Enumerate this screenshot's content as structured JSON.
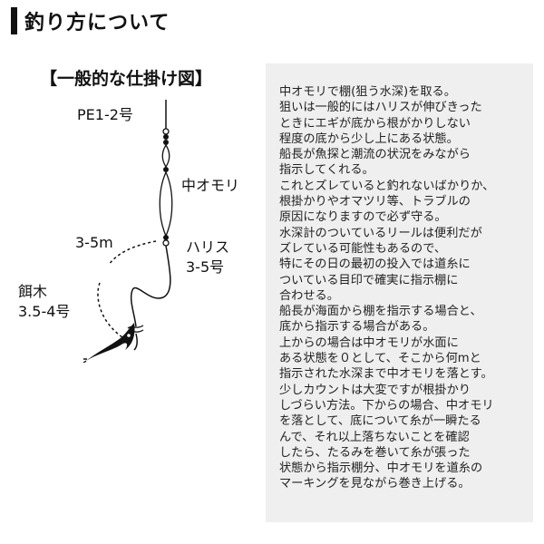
{
  "header": {
    "title": "釣り方について"
  },
  "diagram": {
    "heading": "【一般的な仕掛け図】",
    "labels": {
      "main_line": "PE1-2号",
      "sinker": "中オモリ",
      "length": "3-5m",
      "leader_name": "ハリス",
      "leader_size": "3-5号",
      "lure_name": "餌木",
      "lure_size": "3.5-4号"
    },
    "icons": [
      "swivel-icon",
      "sinker-icon",
      "squid-jig-icon"
    ]
  },
  "info": {
    "lines": [
      "中オモリで棚(狙う水深)を取る。",
      "狙いは一般的にはハリスが伸びきった",
      "ときにエギが底から根がかりしない",
      "程度の底から少し上にある状態。",
      "船長が魚探と潮流の状況をみながら",
      "指示してくれる。",
      "これとズレていると釣れないばかりか、",
      "根掛かりやオマツリ等、トラブルの",
      "原因になりますので必ず守る。",
      "水深計のついているリールは便利だが",
      "ズレている可能性もあるので、",
      "特にその日の最初の投入では道糸に",
      "ついている目印で確実に指示棚に",
      "合わせる。",
      "船長が海面から棚を指示する場合と、",
      "底から指示する場合がある。",
      "上からの場合は中オモリが水面に",
      "ある状態を０として、そこから何mと",
      "指示された水深まで中オモリを落とす。",
      "少しカウントは大変ですが根掛かり",
      "しづらい方法。下からの場合、中オモリ",
      "を落として、底について糸が一瞬たる",
      "んで、それ以上落ちないことを確認",
      "したら、たるみを巻いて糸が張った",
      "状態から指示棚分、中オモリを道糸の",
      "マーキングを見ながら巻き上げる。"
    ]
  }
}
